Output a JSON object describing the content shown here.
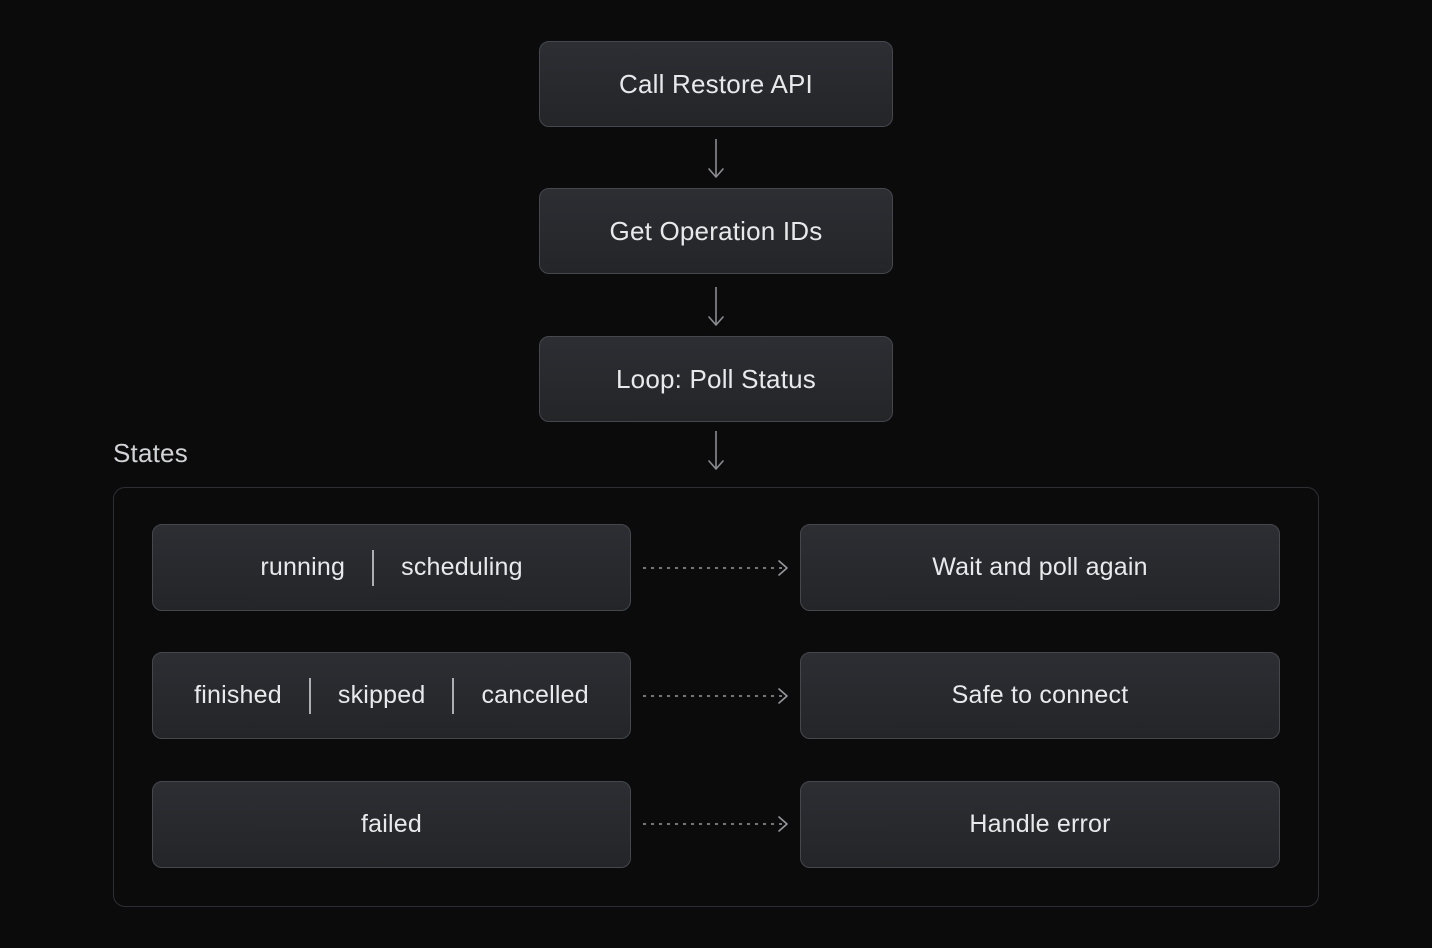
{
  "flow": {
    "steps": [
      {
        "label": "Call Restore API"
      },
      {
        "label": "Get Operation IDs"
      },
      {
        "label": "Loop: Poll Status"
      }
    ]
  },
  "states_section": {
    "title": "States",
    "rows": [
      {
        "states": [
          "running",
          "scheduling"
        ],
        "action": "Wait and poll again"
      },
      {
        "states": [
          "finished",
          "skipped",
          "cancelled"
        ],
        "action": "Safe to connect"
      },
      {
        "states": [
          "failed"
        ],
        "action": "Handle error"
      }
    ]
  },
  "icons": {
    "down_arrow": "down-arrow-connector",
    "dashed_right_arrow": "dashed-right-arrow-connector"
  },
  "colors": {
    "background": "#0b0b0c",
    "node_fill_top": "#2c2e33",
    "node_fill_bottom": "#232528",
    "node_border": "#44474c",
    "node_text": "#e8e9eb",
    "container_border": "#2d2f34",
    "title_text": "#d2d3d6",
    "arrow": "#8b8d92",
    "dashed_arrow": "#97989d"
  }
}
